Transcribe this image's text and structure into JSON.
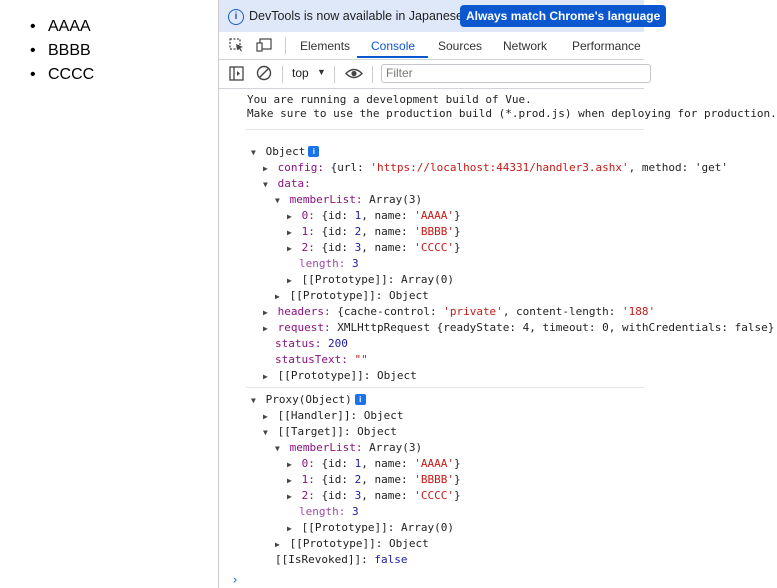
{
  "page": {
    "list_items": [
      "AAAA",
      "BBBB",
      "CCCC"
    ]
  },
  "devtools": {
    "infobar": {
      "message": "DevTools is now available in Japanese!",
      "button": "Always match Chrome's language"
    },
    "tabs": [
      {
        "label": "Elements",
        "active": false
      },
      {
        "label": "Console",
        "active": true
      },
      {
        "label": "Sources",
        "active": false
      },
      {
        "label": "Network",
        "active": false
      },
      {
        "label": "Performance",
        "active": false
      }
    ],
    "toolbar": {
      "context": "top",
      "filter_placeholder": "Filter"
    },
    "console": {
      "vue_warning_1": "You are running a development build of Vue.",
      "vue_warning_2": "Make sure to use the production build (*.prod.js) when deploying for production.",
      "object_label": "Object",
      "config_key": "config:",
      "config_value_pre": "{url: ",
      "config_url": "'https://localhost:44331/handler3.ashx'",
      "config_value_post": ", method: 'get'",
      "data_key": "data:",
      "memberList_key": "memberList:",
      "memberList_value": "Array(3)",
      "members": [
        {
          "index": "0:",
          "id": "1",
          "name": "'AAAA'"
        },
        {
          "index": "1:",
          "id": "2",
          "name": "'BBBB'"
        },
        {
          "index": "2:",
          "id": "3",
          "name": "'CCCC'"
        }
      ],
      "length_key": "length:",
      "length_value": "3",
      "prototype_array": "[[Prototype]]:",
      "prototype_array_value": "Array(0)",
      "prototype_object": "[[Prototype]]:",
      "prototype_object_value": "Object",
      "headers_key": "headers:",
      "headers_pre": "{cache-control: ",
      "headers_private": "'private'",
      "headers_post": ", content-length: ",
      "headers_len": "'188'",
      "request_key": "request:",
      "request_value": "XMLHttpRequest {readyState: 4, timeout: 0, withCredentials: false}",
      "status_key": "status:",
      "status_value": "200",
      "statusText_key": "statusText:",
      "statusText_value": "\"\"",
      "proxy_label": "Proxy(Object)",
      "handler_key": "[[Handler]]:",
      "handler_value": "Object",
      "target_key": "[[Target]]:",
      "target_value": "Object",
      "isRevoked_key": "[[IsRevoked]]:",
      "isRevoked_value": "false"
    }
  },
  "colors": {
    "accent": "#0b57d0",
    "key": "#881280",
    "string": "#c41a16",
    "number": "#1a1aa6"
  }
}
